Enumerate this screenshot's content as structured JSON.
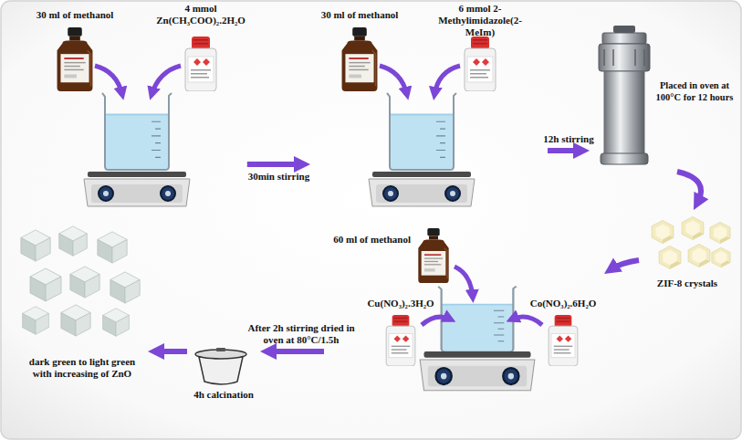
{
  "diagram": {
    "nodes": [
      {
        "text": [
          "30 ml of methanol",
          "4 mmol Zn(CH₃COO)₂.2H₂O"
        ]
      },
      {
        "text": [
          "30 ml of methanol",
          "6 mmol 2-Methylimidazole(2-MeIm)"
        ]
      },
      {
        "text": [
          "Placed in oven at 100°C for 12 hours"
        ]
      },
      {
        "text": [
          "ZIF-8 crystals"
        ]
      },
      {
        "text": [
          "60 ml of methanol",
          "Cu(NO₃)₂.3H₂O",
          "Co(NO₃)₂.6H₂O"
        ]
      },
      {
        "text": [
          "4h calcination"
        ]
      },
      {
        "text": [
          "dark green to light green with increasing of ZnO"
        ]
      }
    ],
    "edges": [
      {
        "from": 0,
        "to": 1,
        "arrow": "to",
        "label": "30min stirring"
      },
      {
        "from": 1,
        "to": 2,
        "arrow": "to",
        "label": "12h stirring"
      },
      {
        "from": 2,
        "to": 3,
        "arrow": "to"
      },
      {
        "from": 3,
        "to": 4,
        "arrow": "to"
      },
      {
        "from": 4,
        "to": 5,
        "arrow": "to",
        "label": "After 2h stirring dried in oven at 80°C/1.5h"
      },
      {
        "from": 5,
        "to": 6,
        "arrow": "to"
      }
    ]
  }
}
